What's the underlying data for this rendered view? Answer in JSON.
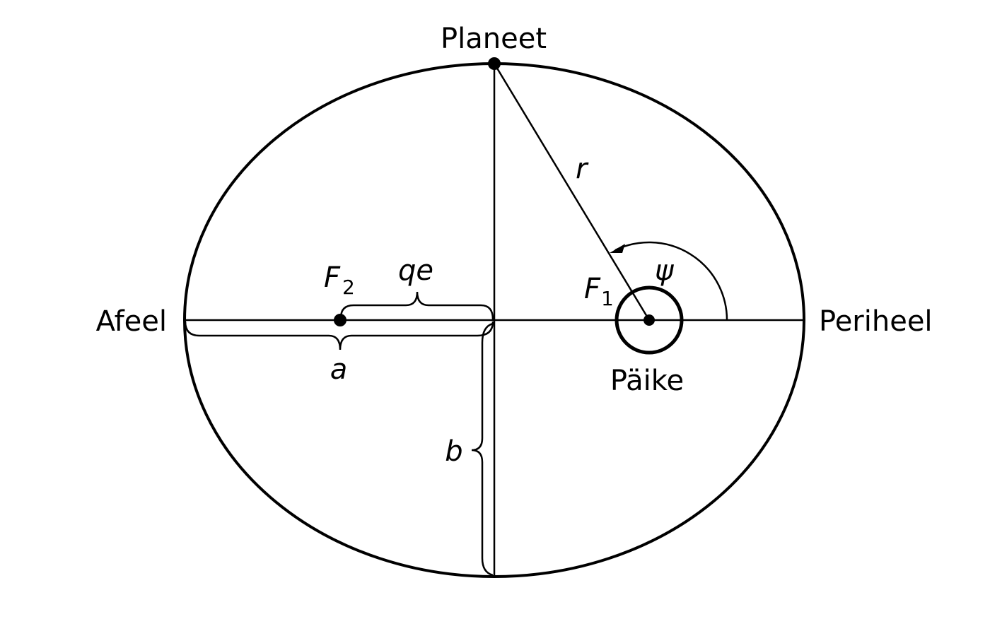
{
  "labels": {
    "planet": "Planeet",
    "aphelion": "Afeel",
    "perihelion": "Periheel",
    "sun": "Päike",
    "r": "r",
    "psi": "ψ",
    "f1": "F",
    "f1_sub": "1",
    "f2": "F",
    "f2_sub": "2",
    "qe": "qe",
    "a": "a",
    "b": "b"
  },
  "colors": {
    "stroke": "#000000",
    "background": "#ffffff"
  }
}
